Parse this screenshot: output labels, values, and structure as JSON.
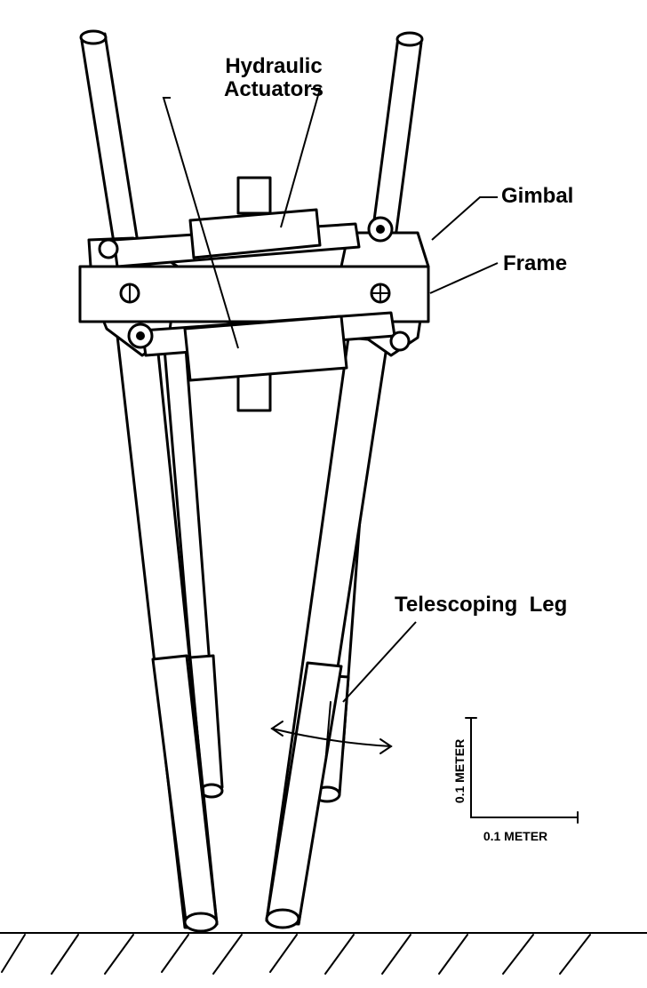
{
  "labels": {
    "hydraulic_actuators_line1": "Hydraulic",
    "hydraulic_actuators_line2": "Actuators",
    "gimbal": "Gimbal",
    "frame": "Frame",
    "telescoping_leg": "Telescoping  Leg"
  },
  "scale_bar": {
    "vertical_label": "0.1 METER",
    "horizontal_label": "0.1 METER"
  },
  "colors": {
    "ink": "#000000",
    "paper": "#ffffff"
  },
  "icons": {
    "pivot_marker_left": "circle-vertical-bar",
    "pivot_marker_right": "circle-plus",
    "motion_arrow": "double-headed-arc-arrow"
  }
}
